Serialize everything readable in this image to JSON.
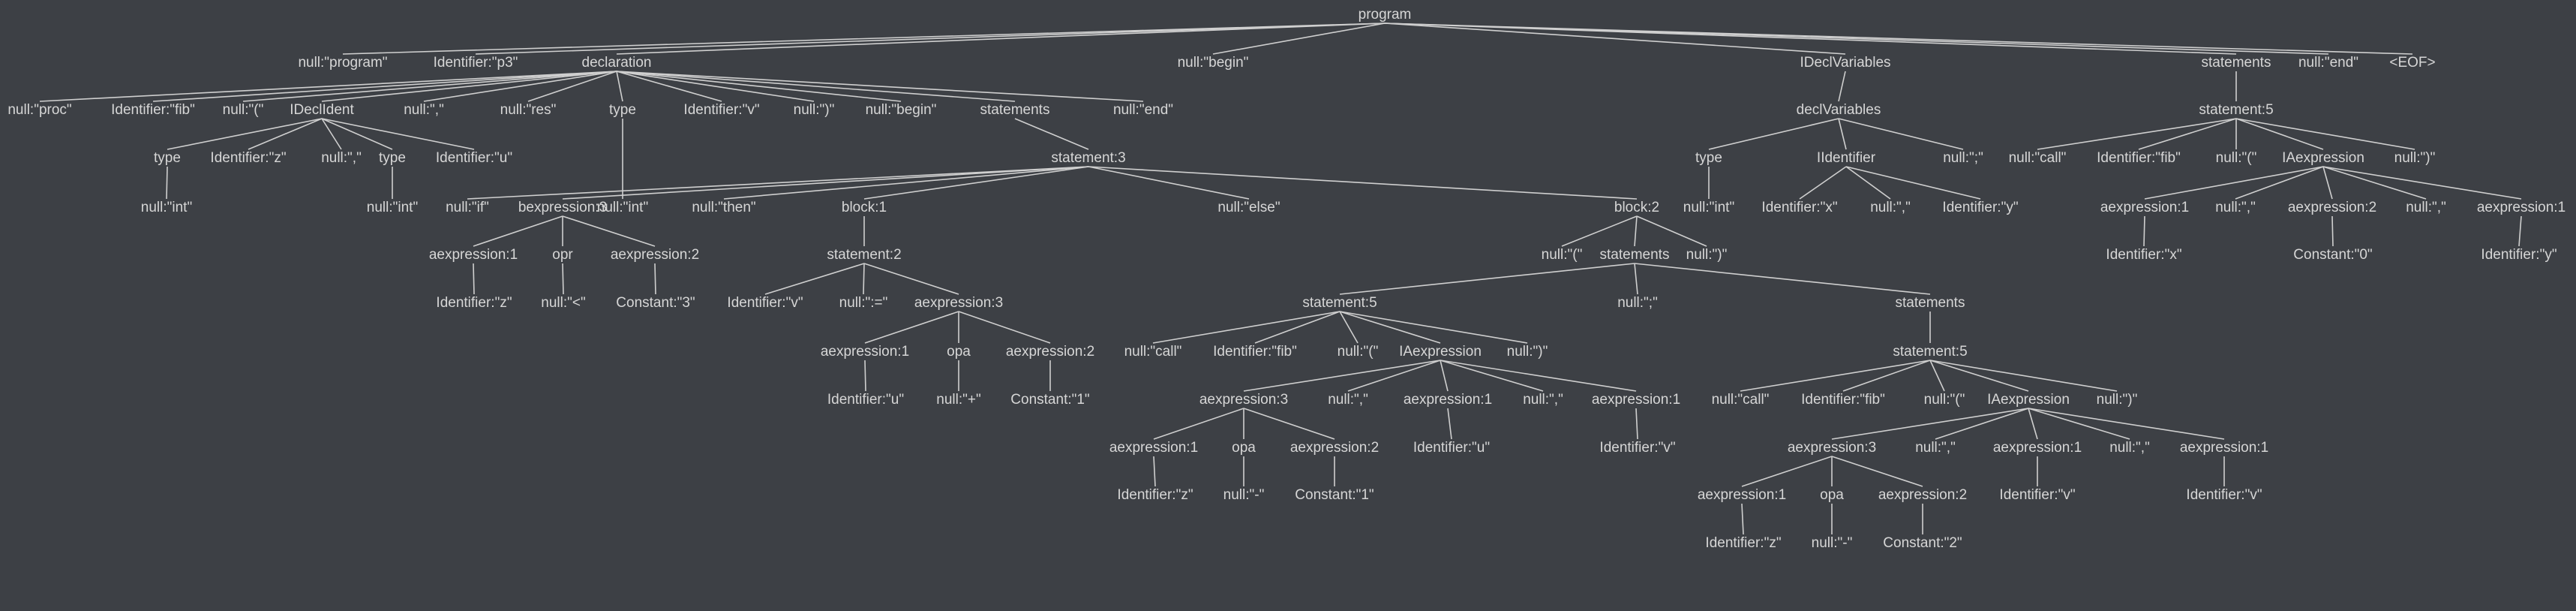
{
  "theme": {
    "background": "#3d4045",
    "text": "#d6d6d6",
    "edge": "#cfcfcf"
  },
  "tree": {
    "nodes": [
      {
        "id": "n0",
        "label": "program"
      },
      {
        "id": "n1",
        "label": "null:\"program\"",
        "parent": "n0"
      },
      {
        "id": "n2",
        "label": "Identifier:\"p3\"",
        "parent": "n0"
      },
      {
        "id": "n3",
        "label": "declaration",
        "parent": "n0"
      },
      {
        "id": "n4",
        "label": "null:\"begin\"",
        "parent": "n0"
      },
      {
        "id": "n5",
        "label": "IDeclVariables",
        "parent": "n0"
      },
      {
        "id": "n6",
        "label": "statements",
        "parent": "n0"
      },
      {
        "id": "n7",
        "label": "null:\"end\"",
        "parent": "n0"
      },
      {
        "id": "n8",
        "label": "<EOF>",
        "parent": "n0"
      },
      {
        "id": "n9",
        "label": "null:\"proc\"",
        "parent": "n3"
      },
      {
        "id": "n10",
        "label": "Identifier:\"fib\"",
        "parent": "n3"
      },
      {
        "id": "n11",
        "label": "null:\"(\"",
        "parent": "n3"
      },
      {
        "id": "n12",
        "label": "IDeclIdent",
        "parent": "n3"
      },
      {
        "id": "n13",
        "label": "null:\",\"",
        "parent": "n3"
      },
      {
        "id": "n14",
        "label": "null:\"res\"",
        "parent": "n3"
      },
      {
        "id": "n15",
        "label": "type",
        "parent": "n3"
      },
      {
        "id": "n16",
        "label": "Identifier:\"v\"",
        "parent": "n3"
      },
      {
        "id": "n17",
        "label": "null:\")\"",
        "parent": "n3"
      },
      {
        "id": "n18",
        "label": "null:\"begin\"",
        "parent": "n3"
      },
      {
        "id": "n19",
        "label": "statements",
        "parent": "n3"
      },
      {
        "id": "n20",
        "label": "null:\"end\"",
        "parent": "n3"
      },
      {
        "id": "n21",
        "label": "type",
        "parent": "n12"
      },
      {
        "id": "n22",
        "label": "Identifier:\"z\"",
        "parent": "n12"
      },
      {
        "id": "n23",
        "label": "null:\",\"",
        "parent": "n12"
      },
      {
        "id": "n24",
        "label": "type",
        "parent": "n12"
      },
      {
        "id": "n25",
        "label": "Identifier:\"u\"",
        "parent": "n12"
      },
      {
        "id": "n26",
        "label": "null:\"int\"",
        "parent": "n21"
      },
      {
        "id": "n27",
        "label": "null:\"int\"",
        "parent": "n24"
      },
      {
        "id": "n28",
        "label": "null:\"int\"",
        "parent": "n15"
      },
      {
        "id": "n29",
        "label": "statement:3",
        "parent": "n19"
      },
      {
        "id": "n30",
        "label": "null:\"if\"",
        "parent": "n29"
      },
      {
        "id": "n31",
        "label": "bexpression:3",
        "parent": "n29"
      },
      {
        "id": "n32",
        "label": "null:\"then\"",
        "parent": "n29"
      },
      {
        "id": "n33",
        "label": "block:1",
        "parent": "n29"
      },
      {
        "id": "n34",
        "label": "null:\"else\"",
        "parent": "n29"
      },
      {
        "id": "n35",
        "label": "block:2",
        "parent": "n29"
      },
      {
        "id": "n36",
        "label": "aexpression:1",
        "parent": "n31"
      },
      {
        "id": "n37",
        "label": "opr",
        "parent": "n31"
      },
      {
        "id": "n38",
        "label": "aexpression:2",
        "parent": "n31"
      },
      {
        "id": "n39",
        "label": "Identifier:\"z\"",
        "parent": "n36"
      },
      {
        "id": "n40",
        "label": "null:\"<\"",
        "parent": "n37"
      },
      {
        "id": "n41",
        "label": "Constant:\"3\"",
        "parent": "n38"
      },
      {
        "id": "n42",
        "label": "statement:2",
        "parent": "n33"
      },
      {
        "id": "n43",
        "label": "Identifier:\"v\"",
        "parent": "n42"
      },
      {
        "id": "n44",
        "label": "null:\":=\"",
        "parent": "n42"
      },
      {
        "id": "n45",
        "label": "aexpression:3",
        "parent": "n42"
      },
      {
        "id": "n46",
        "label": "aexpression:1",
        "parent": "n45"
      },
      {
        "id": "n47",
        "label": "opa",
        "parent": "n45"
      },
      {
        "id": "n48",
        "label": "aexpression:2",
        "parent": "n45"
      },
      {
        "id": "n49",
        "label": "Identifier:\"u\"",
        "parent": "n46"
      },
      {
        "id": "n50",
        "label": "null:\"+\"",
        "parent": "n47"
      },
      {
        "id": "n51",
        "label": "Constant:\"1\"",
        "parent": "n48"
      },
      {
        "id": "n52",
        "label": "null:\"(\"",
        "parent": "n35"
      },
      {
        "id": "n53",
        "label": "statements",
        "parent": "n35"
      },
      {
        "id": "n54",
        "label": "null:\")\"",
        "parent": "n35"
      },
      {
        "id": "n55",
        "label": "statement:5",
        "parent": "n53"
      },
      {
        "id": "n56",
        "label": "null:\";\"",
        "parent": "n53"
      },
      {
        "id": "n57",
        "label": "statements",
        "parent": "n53"
      },
      {
        "id": "n58",
        "label": "null:\"call\"",
        "parent": "n55"
      },
      {
        "id": "n59",
        "label": "Identifier:\"fib\"",
        "parent": "n55"
      },
      {
        "id": "n60",
        "label": "null:\"(\"",
        "parent": "n55"
      },
      {
        "id": "n61",
        "label": "IAexpression",
        "parent": "n55"
      },
      {
        "id": "n62",
        "label": "null:\")\"",
        "parent": "n55"
      },
      {
        "id": "n63",
        "label": "aexpression:3",
        "parent": "n61"
      },
      {
        "id": "n64",
        "label": "null:\",\"",
        "parent": "n61"
      },
      {
        "id": "n65",
        "label": "aexpression:1",
        "parent": "n61"
      },
      {
        "id": "n66",
        "label": "null:\",\"",
        "parent": "n61"
      },
      {
        "id": "n67",
        "label": "aexpression:1",
        "parent": "n61"
      },
      {
        "id": "n68",
        "label": "aexpression:1",
        "parent": "n63"
      },
      {
        "id": "n69",
        "label": "opa",
        "parent": "n63"
      },
      {
        "id": "n70",
        "label": "aexpression:2",
        "parent": "n63"
      },
      {
        "id": "n71",
        "label": "Identifier:\"z\"",
        "parent": "n68"
      },
      {
        "id": "n72",
        "label": "null:\"-\"",
        "parent": "n69"
      },
      {
        "id": "n73",
        "label": "Constant:\"1\"",
        "parent": "n70"
      },
      {
        "id": "n74",
        "label": "Identifier:\"u\"",
        "parent": "n65"
      },
      {
        "id": "n75",
        "label": "Identifier:\"v\"",
        "parent": "n67"
      },
      {
        "id": "n76",
        "label": "statement:5",
        "parent": "n57"
      },
      {
        "id": "n77",
        "label": "null:\"call\"",
        "parent": "n76"
      },
      {
        "id": "n78",
        "label": "Identifier:\"fib\"",
        "parent": "n76"
      },
      {
        "id": "n79",
        "label": "null:\"(\"",
        "parent": "n76"
      },
      {
        "id": "n80",
        "label": "IAexpression",
        "parent": "n76"
      },
      {
        "id": "n81",
        "label": "null:\")\"",
        "parent": "n76"
      },
      {
        "id": "n82",
        "label": "aexpression:3",
        "parent": "n80"
      },
      {
        "id": "n83",
        "label": "null:\",\"",
        "parent": "n80"
      },
      {
        "id": "n84",
        "label": "aexpression:1",
        "parent": "n80"
      },
      {
        "id": "n85",
        "label": "null:\",\"",
        "parent": "n80"
      },
      {
        "id": "n86",
        "label": "aexpression:1",
        "parent": "n80"
      },
      {
        "id": "n87",
        "label": "aexpression:1",
        "parent": "n82"
      },
      {
        "id": "n88",
        "label": "opa",
        "parent": "n82"
      },
      {
        "id": "n89",
        "label": "aexpression:2",
        "parent": "n82"
      },
      {
        "id": "n90",
        "label": "Identifier:\"z\"",
        "parent": "n87"
      },
      {
        "id": "n91",
        "label": "null:\"-\"",
        "parent": "n88"
      },
      {
        "id": "n92",
        "label": "Constant:\"2\"",
        "parent": "n89"
      },
      {
        "id": "n93",
        "label": "Identifier:\"v\"",
        "parent": "n84"
      },
      {
        "id": "n94",
        "label": "Identifier:\"v\"",
        "parent": "n86"
      },
      {
        "id": "n95",
        "label": "declVariables",
        "parent": "n5"
      },
      {
        "id": "n96",
        "label": "type",
        "parent": "n95"
      },
      {
        "id": "n97",
        "label": "IIdentifier",
        "parent": "n95"
      },
      {
        "id": "n98",
        "label": "null:\";\"",
        "parent": "n95"
      },
      {
        "id": "n99",
        "label": "null:\"int\"",
        "parent": "n96"
      },
      {
        "id": "n100",
        "label": "Identifier:\"x\"",
        "parent": "n97"
      },
      {
        "id": "n101",
        "label": "null:\",\"",
        "parent": "n97"
      },
      {
        "id": "n102",
        "label": "Identifier:\"y\"",
        "parent": "n97"
      },
      {
        "id": "n103",
        "label": "statement:5",
        "parent": "n6"
      },
      {
        "id": "n104",
        "label": "null:\"call\"",
        "parent": "n103"
      },
      {
        "id": "n105",
        "label": "Identifier:\"fib\"",
        "parent": "n103"
      },
      {
        "id": "n106",
        "label": "null:\"(\"",
        "parent": "n103"
      },
      {
        "id": "n107",
        "label": "IAexpression",
        "parent": "n103"
      },
      {
        "id": "n108",
        "label": "null:\")\"",
        "parent": "n103"
      },
      {
        "id": "n109",
        "label": "aexpression:1",
        "parent": "n107"
      },
      {
        "id": "n110",
        "label": "null:\",\"",
        "parent": "n107"
      },
      {
        "id": "n111",
        "label": "aexpression:2",
        "parent": "n107"
      },
      {
        "id": "n112",
        "label": "null:\",\"",
        "parent": "n107"
      },
      {
        "id": "n113",
        "label": "aexpression:1",
        "parent": "n107"
      },
      {
        "id": "n114",
        "label": "Identifier:\"x\"",
        "parent": "n109"
      },
      {
        "id": "n115",
        "label": "Constant:\"0\"",
        "parent": "n111"
      },
      {
        "id": "n116",
        "label": "Identifier:\"y\"",
        "parent": "n113"
      }
    ]
  }
}
